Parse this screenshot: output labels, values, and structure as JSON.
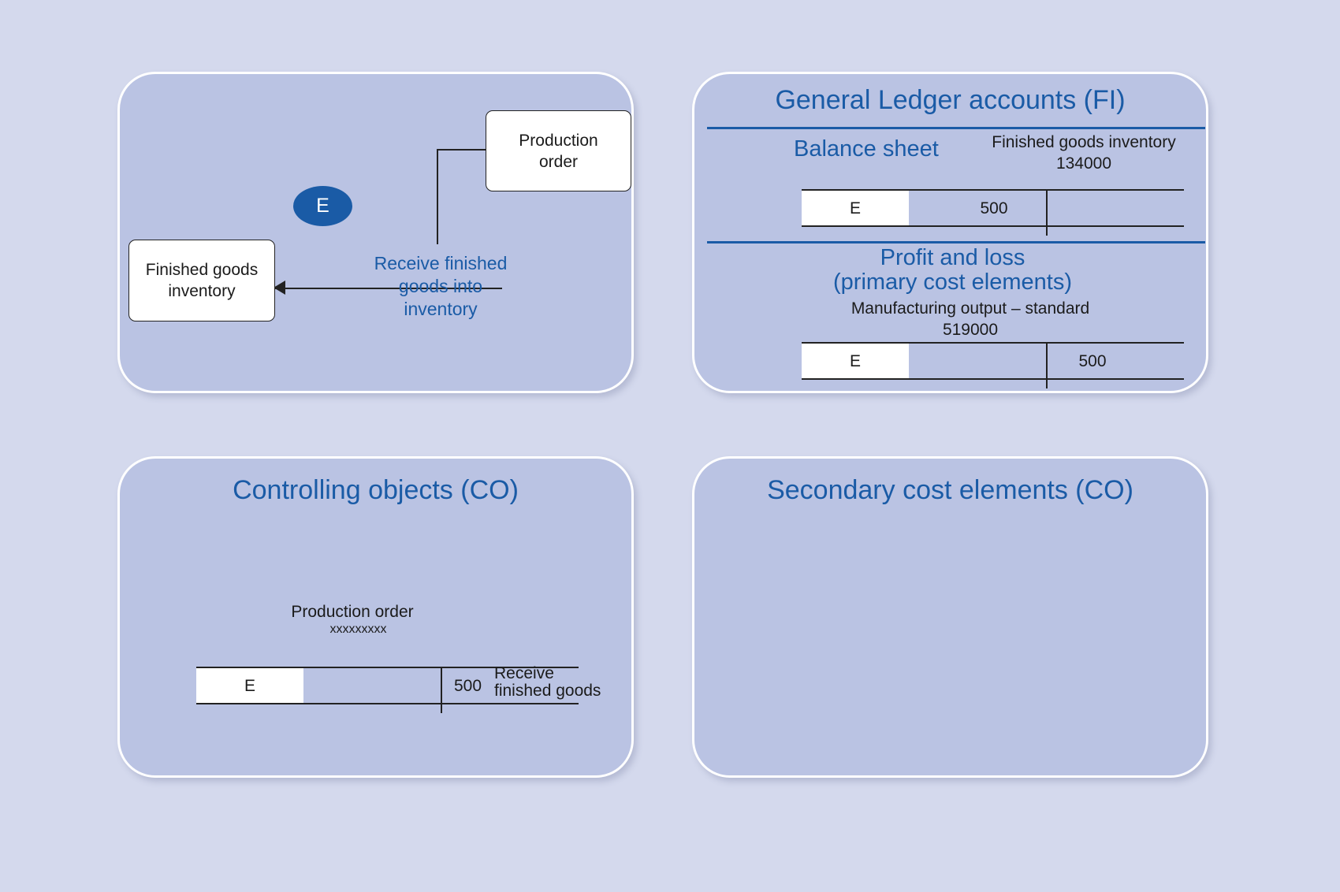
{
  "flow": {
    "production_order_box": "Production order",
    "finished_goods_box": "Finished goods inventory",
    "event_marker": "E",
    "receive_label": "Receive finished goods into inventory"
  },
  "gl": {
    "title": "General Ledger accounts (FI)",
    "balance_sheet_heading": "Balance sheet",
    "fg_account_name": "Finished goods inventory",
    "fg_account_number": "134000",
    "fg_row_label": "E",
    "fg_debit": "500",
    "pl_heading_line1": "Profit and loss",
    "pl_heading_line2": "(primary cost elements)",
    "mo_account_name": "Manufacturing output – standard",
    "mo_account_number": "519000",
    "mo_row_label": "E",
    "mo_credit": "500"
  },
  "co": {
    "title": "Controlling objects (CO)",
    "order_name": "Production order",
    "order_number": "xxxxxxxxx",
    "row_label": "E",
    "credit": "500",
    "note_line1": "Receive",
    "note_line2": "finished goods"
  },
  "sec": {
    "title": "Secondary cost elements (CO)"
  },
  "colors": {
    "background": "#d4d9ed",
    "panel": "#bac3e3",
    "accent_blue": "#1a5ba6"
  }
}
